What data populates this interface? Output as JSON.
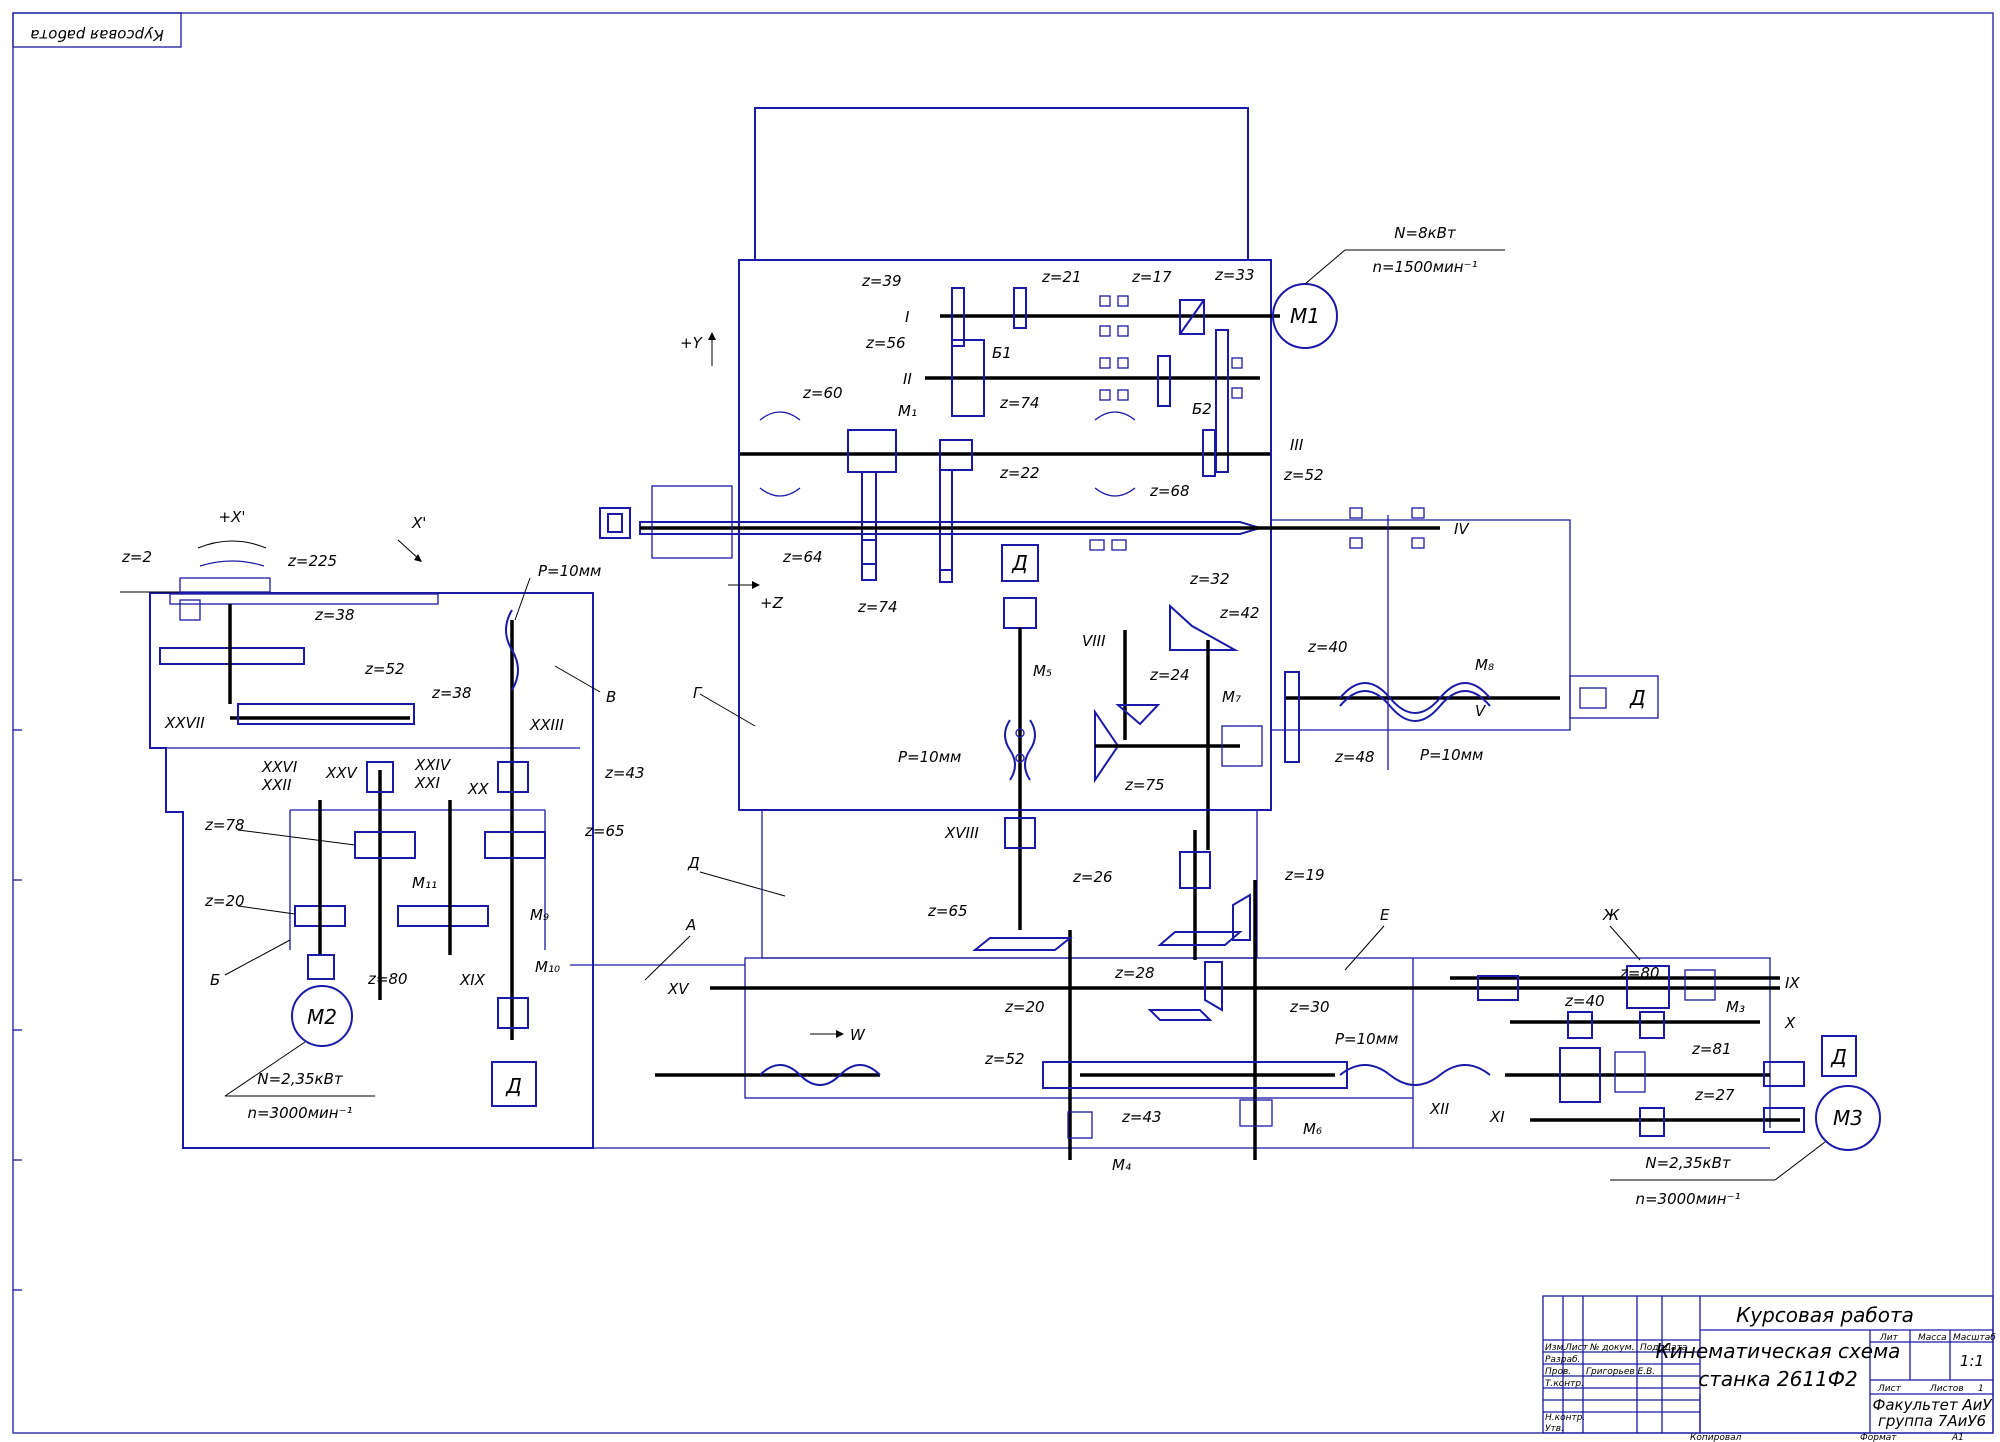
{
  "stamp_corner": "Курсовая работа",
  "motors": {
    "m1": {
      "name": "M1",
      "power": "N=8кВт",
      "speed": "n=1500мин⁻¹"
    },
    "m2": {
      "name": "M2",
      "power": "N=2,35кВт",
      "speed": "n=3000мин⁻¹"
    },
    "m3": {
      "name": "M3",
      "power": "N=2,35кВт",
      "speed": "n=3000мин⁻¹"
    }
  },
  "sensor_label": "Д",
  "shafts": [
    "I",
    "II",
    "III",
    "IV",
    "V",
    "VIII",
    "XXIII",
    "XXVII",
    "XXVI",
    "XXII",
    "XXV",
    "XXIV",
    "XXI",
    "XX",
    "XIX",
    "XVIII",
    "XV",
    "IX",
    "X",
    "XI",
    "XII"
  ],
  "bodies": [
    "В",
    "Г",
    "Д",
    "А",
    "Б",
    "Е",
    "Ж"
  ],
  "gears_main": {
    "z39": "z=39",
    "z21": "z=21",
    "z17": "z=17",
    "z33": "z=33",
    "z56": "z=56",
    "z74a": "z=74",
    "z60": "z=60",
    "z22": "z=22",
    "z68": "z=68",
    "z52a": "z=52",
    "z64": "z=64",
    "z74b": "z=74",
    "z32": "z=32",
    "z42": "z=42",
    "z24": "z=24",
    "z75": "z=75",
    "z40a": "z=40",
    "z48": "z=48"
  },
  "gears_left": {
    "z2": "z=2",
    "z225": "z=225",
    "z38a": "z=38",
    "z52b": "z=52",
    "z38b": "z=38",
    "z43a": "z=43",
    "z78": "z=78",
    "z65a": "z=65",
    "z20a": "z=20",
    "z80a": "z=80"
  },
  "gears_low": {
    "z65b": "z=65",
    "z26": "z=26",
    "z19": "z=19",
    "z28": "z=28",
    "z30": "z=30",
    "z20b": "z=20",
    "z52c": "z=52",
    "z43b": "z=43",
    "z80b": "z=80",
    "z40b": "z=40",
    "z81": "z=81",
    "z27": "z=27"
  },
  "couplings": {
    "m1": "M₁",
    "m4": "M₄",
    "m5": "M₅",
    "m6": "M₆",
    "m7": "M₇",
    "m8": "M₈",
    "m9": "M₉",
    "m10": "M₁₀",
    "m11": "M₁₁",
    "m3": "M₃",
    "b1": "Б1",
    "b2": "Б2"
  },
  "pitch": "P=10мм",
  "axes": {
    "y": "+Y",
    "z": "+Z",
    "x1": "+X'",
    "x2": "X'",
    "w": "W"
  },
  "title_block": {
    "work": "Курсовая работа",
    "title_line1": "Кинематическая схема",
    "title_line2": "станка 2611Ф2",
    "header_cols": [
      "Изм.",
      "Лист",
      "№ докум.",
      "Подп.",
      "Дата"
    ],
    "roles": [
      "Разраб.",
      "Пров.",
      "Т.контр.",
      "Н.контр.",
      "Утв."
    ],
    "checker": "Григорьев Е.В.",
    "lit": "Лит",
    "mass": "Масса",
    "scale": "Масштаб",
    "scale_value": "1:1",
    "sheet": "Лист",
    "sheets": "Листов",
    "sheets_value": "1",
    "org_line1": "Факультет АиУ",
    "org_line2": "группа 7АиУ6",
    "copied": "Копировал",
    "format": "Формат",
    "format_value": "А1"
  }
}
